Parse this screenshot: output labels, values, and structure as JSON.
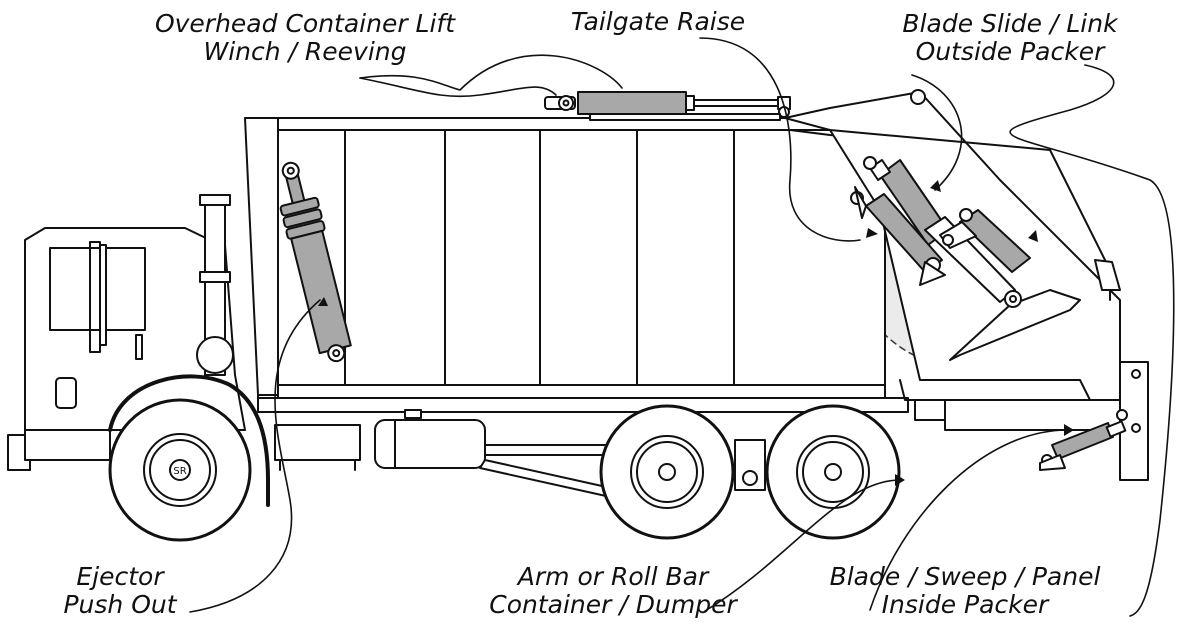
{
  "labels": {
    "overhead": [
      "Overhead Container Lift",
      "Winch / Reeving"
    ],
    "tailgate": [
      "Tailgate Raise"
    ],
    "blade_slide": [
      "Blade Slide / Link",
      "Outside Packer"
    ],
    "ejector": [
      "Ejector",
      "Push Out"
    ],
    "arm": [
      "Arm or Roll Bar",
      "Container / Dumper"
    ],
    "blade_sweep": [
      "Blade / Sweep / Panel",
      "Inside Packer"
    ]
  },
  "hub_text": "SR",
  "colors": {
    "line": "#111111",
    "cylinder": "#a8a8a8",
    "zone": "#ebebeb",
    "background": "#ffffff"
  }
}
